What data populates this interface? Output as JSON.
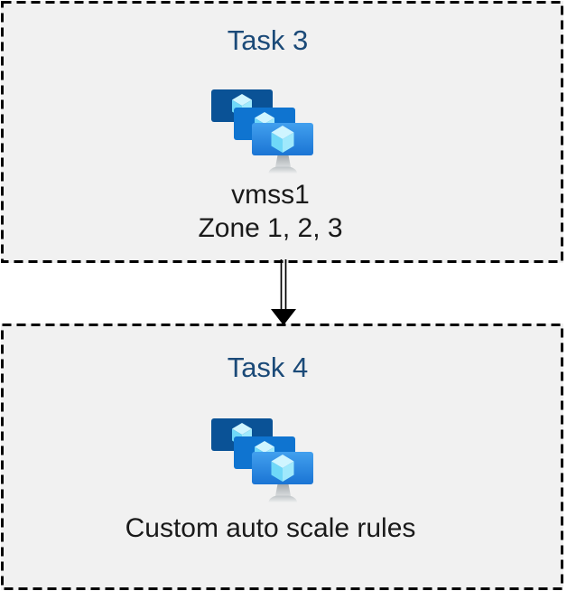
{
  "page": {
    "background": "#FFFFFF",
    "description": "Two-step task flow diagram with Azure VM Scale Set icons"
  },
  "colors": {
    "box_fill": "#F1F1F1",
    "box_border": "#000000",
    "title_text": "#1B4A78",
    "body_text": "#1A1A1A",
    "monitor_back": "#0A5296",
    "monitor_middle": "#0F74D0",
    "monitor_front_top": "#42A0EE",
    "monitor_front_bottom": "#1A74D4",
    "cube_top_face": "#CFF5FF",
    "cube_left_face": "#6FD8F8",
    "cube_right_face": "#9FE9FC",
    "arrow": "#000000"
  },
  "boxes": [
    {
      "title": "Task 3",
      "icon": "vmss-icon",
      "label_lines": [
        "vmss1",
        "Zone 1, 2, 3"
      ]
    },
    {
      "title": "Task 4",
      "icon": "vmss-icon",
      "label_lines": [
        "Custom auto scale rules"
      ]
    }
  ],
  "connector": {
    "type": "double-line-arrow",
    "direction": "down",
    "from": "Task 3",
    "to": "Task 4"
  }
}
